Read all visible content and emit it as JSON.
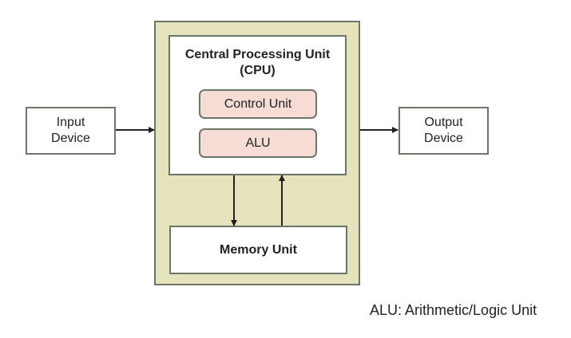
{
  "diagram": {
    "cpu": {
      "title_line1": "Central Processing Unit",
      "title_line2": "(CPU)",
      "control_unit": "Control Unit",
      "alu": "ALU"
    },
    "memory_unit": "Memory Unit",
    "input_device": {
      "line1": "Input",
      "line2": "Device"
    },
    "output_device": {
      "line1": "Output",
      "line2": "Device"
    },
    "legend": "ALU: Arithmetic/Logic Unit",
    "colors": {
      "outer_fill": "#e5e3bb",
      "sub_unit_fill": "#f7dcd6",
      "border": "#6b7568",
      "arrow": "#222222"
    },
    "edges": [
      {
        "from": "input_device",
        "to": "computer"
      },
      {
        "from": "computer",
        "to": "output_device"
      },
      {
        "from": "cpu",
        "to": "memory_unit"
      },
      {
        "from": "memory_unit",
        "to": "cpu"
      }
    ]
  }
}
